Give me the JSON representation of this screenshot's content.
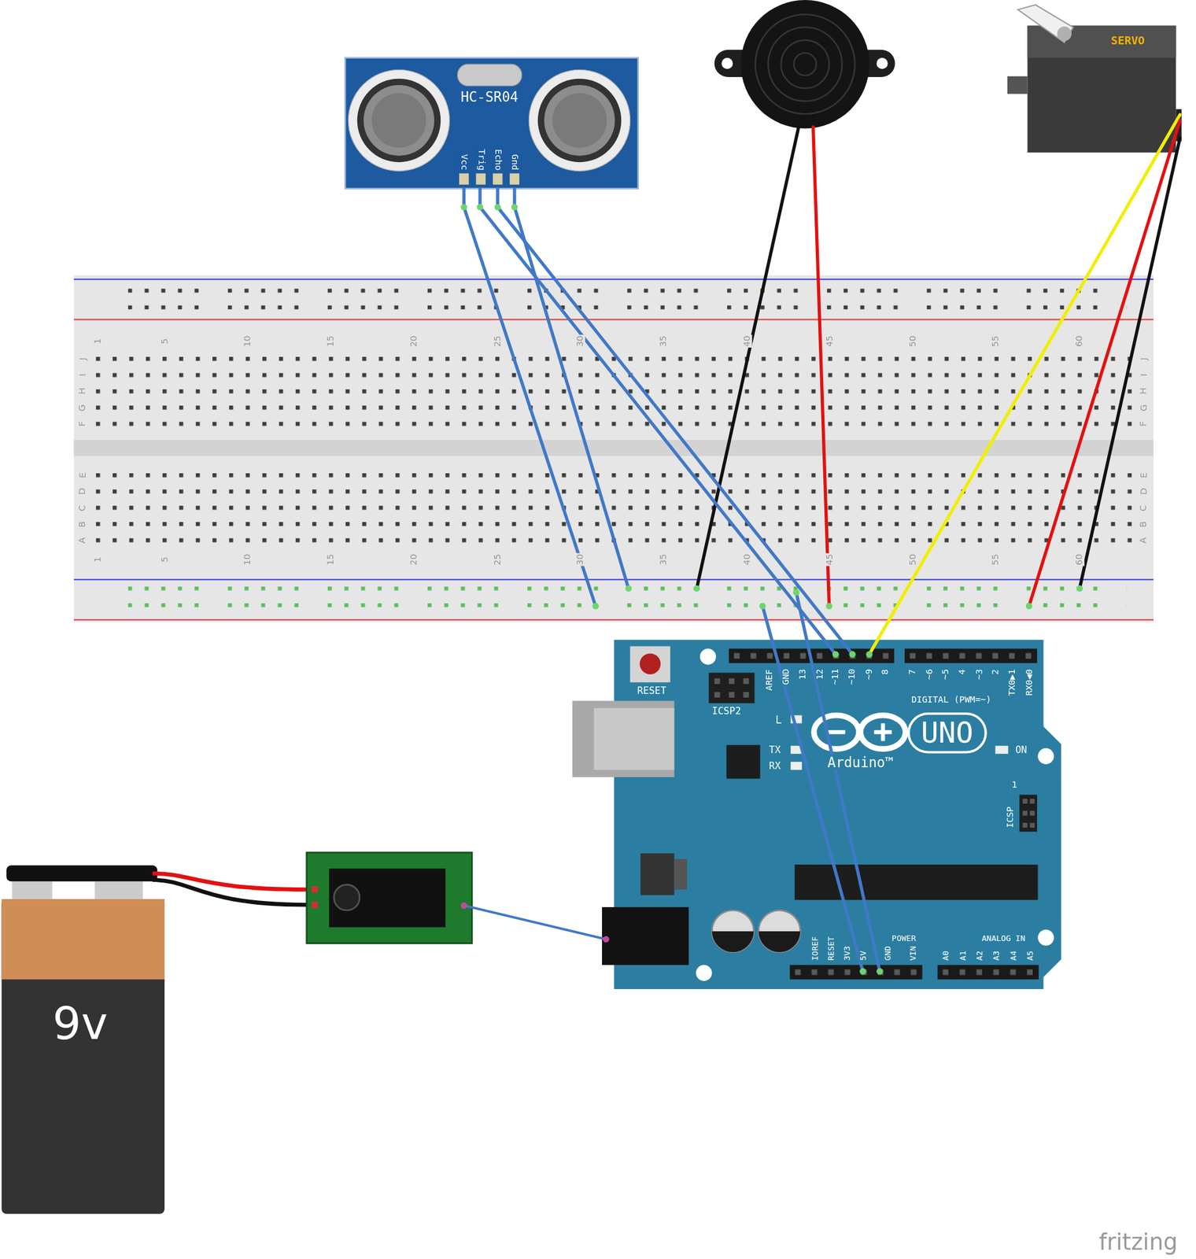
{
  "diagram": {
    "nodes": [
      {
        "text": [
          "HC-SR04",
          "Vcc",
          "Trig",
          "Echo",
          "Gnd"
        ]
      },
      {
        "text": [
          "SERVO"
        ]
      },
      {
        "text": [
          "1",
          "5",
          "10",
          "15",
          "20",
          "25",
          "30",
          "35",
          "40",
          "45",
          "50",
          "55",
          "60",
          "J",
          "I",
          "H",
          "G",
          "F",
          "J",
          "I",
          "H",
          "G",
          "F",
          "E",
          "D",
          "C",
          "B",
          "A",
          "E",
          "D",
          "C",
          "B",
          "A",
          "1",
          "5",
          "10",
          "15",
          "20",
          "25",
          "30",
          "35",
          "40",
          "45",
          "50",
          "55",
          "60"
        ]
      },
      {
        "text": [
          "RESET",
          "AREF",
          "GND",
          "13",
          "12",
          "~11",
          "~10",
          "~9",
          "8",
          "7",
          "~6",
          "~5",
          "4",
          "~3",
          "2",
          "TX0▶1",
          "RX0◀0",
          "ICSP2",
          "DIGITAL (PWM=~)",
          "L",
          "UNO",
          "TX",
          "ON",
          "Arduino™",
          "RX",
          "1",
          "ICSP",
          "IOREF",
          "RESET",
          "3V3",
          "5V",
          "GND",
          "VIN",
          "POWER",
          "ANALOG IN",
          "A0",
          "A1",
          "A2",
          "A3",
          "A4",
          "A5"
        ]
      },
      {
        "text": [
          "9v"
        ]
      }
    ],
    "edges": [
      {
        "from": 0,
        "to": 2,
        "arrow": "none"
      },
      {
        "from": 0,
        "to": 2,
        "arrow": "none"
      },
      {
        "from": 0,
        "to": 3,
        "arrow": "none"
      },
      {
        "from": 0,
        "to": 3,
        "arrow": "none"
      },
      {
        "from": 2,
        "to": 3,
        "arrow": "none"
      },
      {
        "from": 2,
        "to": 3,
        "arrow": "none"
      },
      {
        "from": 1,
        "to": 3,
        "arrow": "none"
      },
      {
        "from": 1,
        "to": 2,
        "arrow": "none"
      },
      {
        "from": 1,
        "to": 2,
        "arrow": "none"
      }
    ],
    "labels": [
      "fritzing"
    ]
  }
}
